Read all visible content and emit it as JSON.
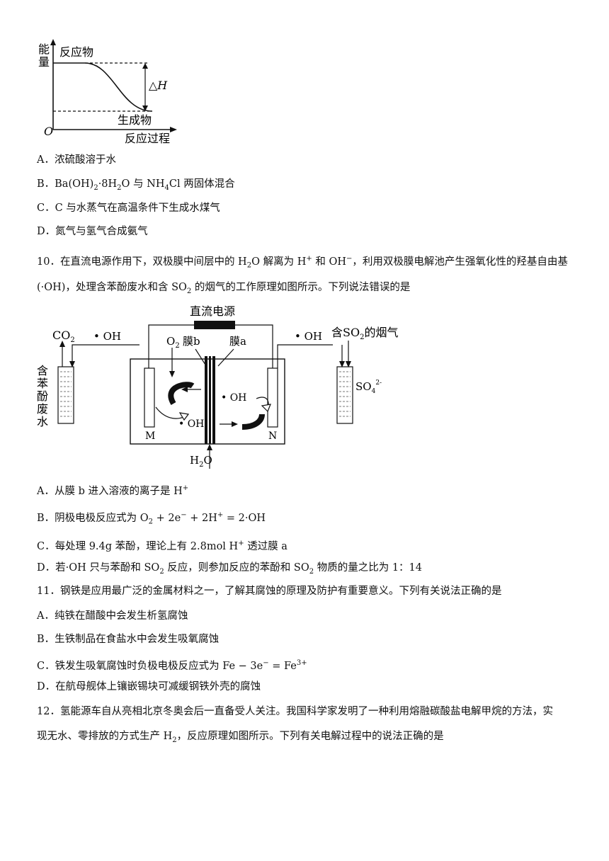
{
  "energy_diagram": {
    "ylabel_top": "能",
    "ylabel_bottom": "量",
    "reactant": "反应物",
    "product": "生成物",
    "origin": "O",
    "xlabel": "反应过程",
    "delta_h": "△H"
  },
  "q9_options": {
    "a": "A．浓硫酸溶于水",
    "b_prefix": "B．Ba(OH)",
    "b_sub1": "2",
    "b_mid1": "·8H",
    "b_sub2": "2",
    "b_mid2": "O 与 NH",
    "b_sub3": "4",
    "b_suffix": "Cl 两固体混合",
    "c": "C．C 与水蒸气在高温条件下生成水煤气",
    "d": "D．氮气与氢气合成氨气"
  },
  "q10": {
    "l1_a": "10．在直流电源作用下，双极膜中间层中的 H",
    "l1_sub": "2",
    "l1_b": "O 解离为 H",
    "l1_sup": "+",
    "l1_c": " 和 OH",
    "l1_sup2": "−",
    "l1_d": "，利用双极膜电解池产生强氧化性的羟基自由基",
    "l2_a": "(·OH)，处理含苯酚废水和含 SO",
    "l2_sub": "2",
    "l2_b": " 的烟气的工作原理如图所示。下列说法错误的是"
  },
  "electrolysis_diagram": {
    "power": "直流电源",
    "co2": "CO",
    "co2_sub": "2",
    "oh_left": "• OH",
    "oh_right": "• OH",
    "o2": "O",
    "o2_sub": "2",
    "membrane_b": "膜b",
    "membrane_a": "膜a",
    "flue_gas_a": "含SO",
    "flue_gas_sub": "2",
    "flue_gas_b": "的烟气",
    "wastewater": [
      "含",
      "苯",
      "酚",
      "废",
      "水"
    ],
    "oh_center_right": "• OH",
    "oh_center_left": "• OH",
    "electrode_m": "M",
    "electrode_n": "N",
    "water": "H",
    "water_sub": "2",
    "water_end": "O",
    "sulfate": "SO",
    "sulfate_sub": "4",
    "sulfate_sup": "2-"
  },
  "q10_options": {
    "a_text": "A．从膜 b 进入溶液的离子是 H",
    "a_sup": "+",
    "b_a": "B．阴极电极反应式为 O",
    "b_sub": "2",
    "b_b": " + 2e",
    "b_sup1": "−",
    "b_c": " + 2H",
    "b_sup2": "+",
    "b_d": " = 2·OH",
    "c_a": "C．每处理 9.4g 苯酚，理论上有 2.8mol  H",
    "c_sup": "+",
    "c_b": " 透过膜 a",
    "d_a": "D．若·OH 只与苯酚和 SO",
    "d_sub": "2",
    "d_b": " 反应，则参加反应的苯酚和 SO",
    "d_sub2": "2",
    "d_c": " 物质的量之比为 1：14"
  },
  "q11": {
    "stem": "11．钢铁是应用最广泛的金属材料之一，了解其腐蚀的原理及防护有重要意义。下列有关说法正确的是",
    "a": "A．纯铁在醋酸中会发生析氢腐蚀",
    "b": "B．生铁制品在食盐水中会发生吸氧腐蚀",
    "c_a": "C．铁发生吸氧腐蚀时负极电极反应式为 Fe − 3e",
    "c_sup": "−",
    "c_b": " = Fe",
    "c_sup2": "3+",
    "d": "D．在航母舰体上镶嵌锡块可减缓钢铁外壳的腐蚀"
  },
  "q12": {
    "l1": "12．氢能源车自从亮相北京冬奥会后一直备受人关注。我国科学家发明了一种利用熔融碳酸盐电解甲烷的方法，实",
    "l2_a": "现无水、零排放的方式生产 H",
    "l2_sub": "2",
    "l2_b": "，反应原理如图所示。下列有关电解过程中的说法正确的是"
  }
}
